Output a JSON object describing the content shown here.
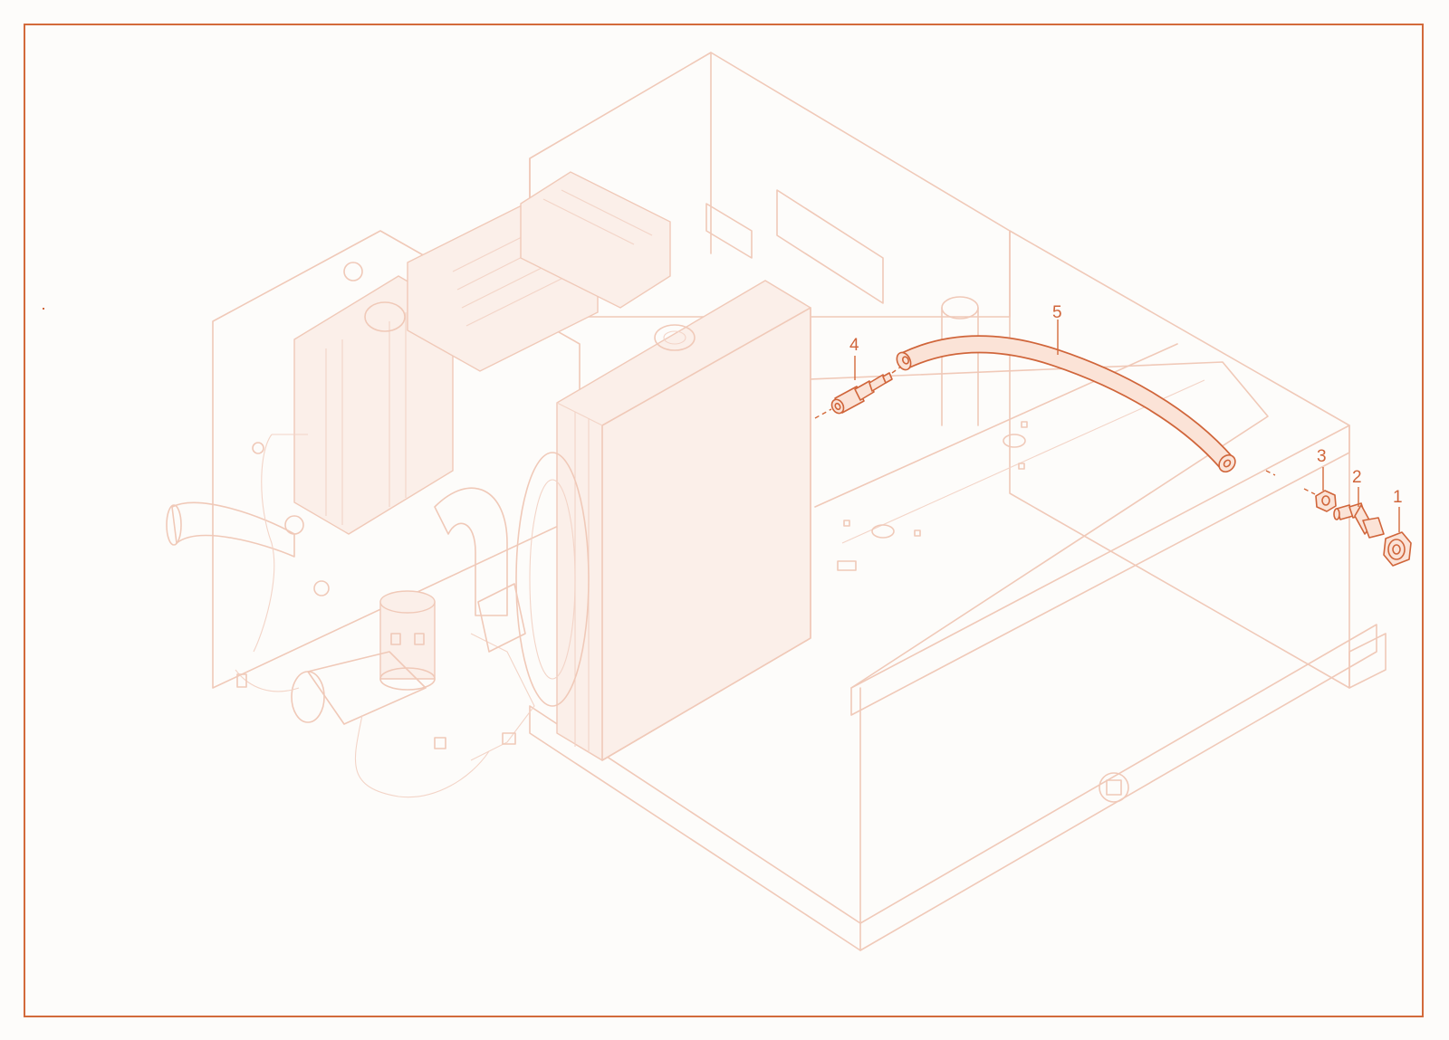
{
  "callouts": {
    "c1": "1",
    "c2": "2",
    "c3": "3",
    "c4": "4",
    "c5": "5"
  },
  "colors": {
    "accent": "#d36a3b",
    "ghost_line": "#f0c9b8",
    "background": "#fdfcfa"
  }
}
